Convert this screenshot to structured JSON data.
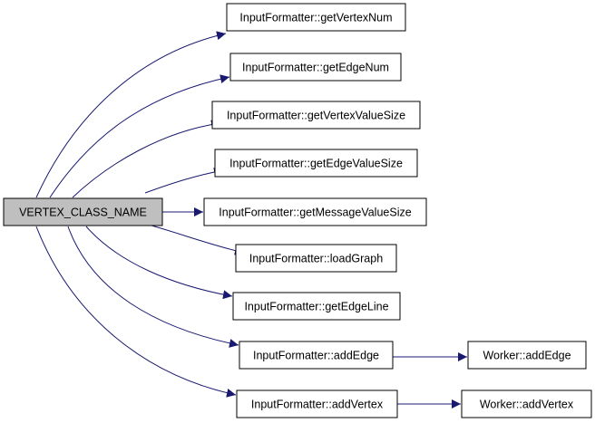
{
  "colors": {
    "edge": "#191970",
    "root_fill": "#bfbfbf",
    "node_fill": "#ffffff",
    "node_stroke": "#000000"
  },
  "nodes": {
    "root": "VERTEX_CLASS_NAME",
    "getVertexNum": "InputFormatter::getVertexNum",
    "getEdgeNum": "InputFormatter::getEdgeNum",
    "getVertexValueSize": "InputFormatter::getVertexValueSize",
    "getEdgeValueSize": "InputFormatter::getEdgeValueSize",
    "getMessageValueSize": "InputFormatter::getMessageValueSize",
    "loadGraph": "InputFormatter::loadGraph",
    "getEdgeLine": "InputFormatter::getEdgeLine",
    "addEdge": "InputFormatter::addEdge",
    "addVertex": "InputFormatter::addVertex",
    "workerAddEdge": "Worker::addEdge",
    "workerAddVertex": "Worker::addVertex"
  }
}
